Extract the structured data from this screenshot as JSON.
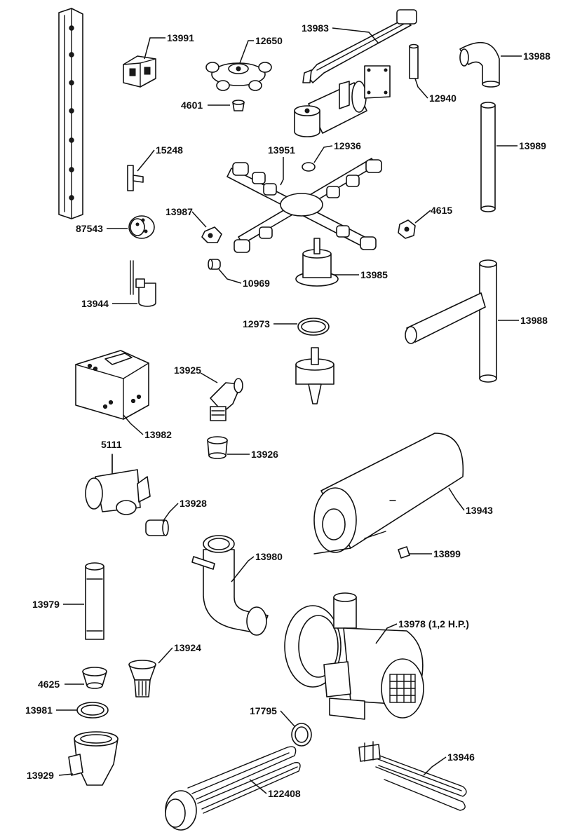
{
  "labels": {
    "l13991": "13991",
    "l12650": "12650",
    "l13983": "13983",
    "l13988a": "13988",
    "l4601": "4601",
    "l12940": "12940",
    "l13989": "13989",
    "l15248": "15248",
    "l13951": "13951",
    "l12936": "12936",
    "l13987": "13987",
    "l4615": "4615",
    "l87543": "87543",
    "l10969": "10969",
    "l13985": "13985",
    "l13944": "13944",
    "l12973": "12973",
    "l13988b": "13988",
    "l13925": "13925",
    "l13982": "13982",
    "l5111": "5111",
    "l13926": "13926",
    "l13928": "13928",
    "l13943": "13943",
    "l13899": "13899",
    "l13980": "13980",
    "l13979": "13979",
    "l13978": "13978 (1,2 H.P.)",
    "l13924": "13924",
    "l4625": "4625",
    "l13981": "13981",
    "l17795": "17795",
    "l13946": "13946",
    "l13929": "13929",
    "l122408": "122408"
  }
}
